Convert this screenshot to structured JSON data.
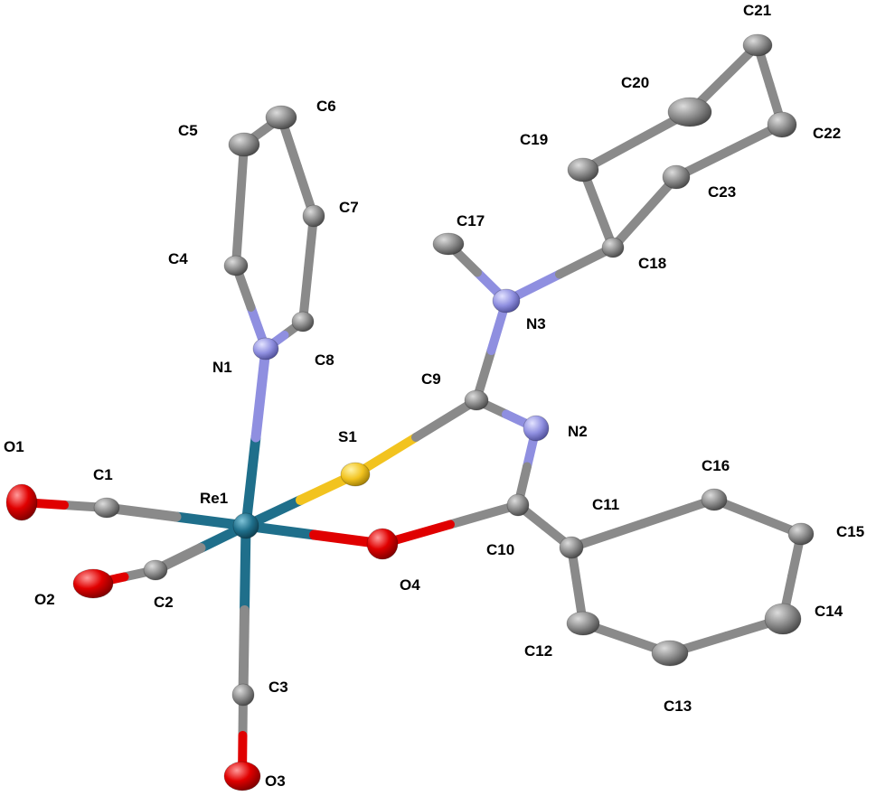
{
  "atoms": [
    {
      "id": "Re1",
      "label": "Re1",
      "element": "Re"
    },
    {
      "id": "S1",
      "label": "S1",
      "element": "S"
    },
    {
      "id": "O1",
      "label": "O1",
      "element": "O"
    },
    {
      "id": "O2",
      "label": "O2",
      "element": "O"
    },
    {
      "id": "O3",
      "label": "O3",
      "element": "O"
    },
    {
      "id": "O4",
      "label": "O4",
      "element": "O"
    },
    {
      "id": "N1",
      "label": "N1",
      "element": "N"
    },
    {
      "id": "N2",
      "label": "N2",
      "element": "N"
    },
    {
      "id": "N3",
      "label": "N3",
      "element": "N"
    },
    {
      "id": "C1",
      "label": "C1",
      "element": "C"
    },
    {
      "id": "C2",
      "label": "C2",
      "element": "C"
    },
    {
      "id": "C3",
      "label": "C3",
      "element": "C"
    },
    {
      "id": "C4",
      "label": "C4",
      "element": "C"
    },
    {
      "id": "C5",
      "label": "C5",
      "element": "C"
    },
    {
      "id": "C6",
      "label": "C6",
      "element": "C"
    },
    {
      "id": "C7",
      "label": "C7",
      "element": "C"
    },
    {
      "id": "C8",
      "label": "C8",
      "element": "C"
    },
    {
      "id": "C9",
      "label": "C9",
      "element": "C"
    },
    {
      "id": "C10",
      "label": "C10",
      "element": "C"
    },
    {
      "id": "C11",
      "label": "C11",
      "element": "C"
    },
    {
      "id": "C12",
      "label": "C12",
      "element": "C"
    },
    {
      "id": "C13",
      "label": "C13",
      "element": "C"
    },
    {
      "id": "C14",
      "label": "C14",
      "element": "C"
    },
    {
      "id": "C15",
      "label": "C15",
      "element": "C"
    },
    {
      "id": "C16",
      "label": "C16",
      "element": "C"
    },
    {
      "id": "C17",
      "label": "C17",
      "element": "C"
    },
    {
      "id": "C18",
      "label": "C18",
      "element": "C"
    },
    {
      "id": "C19",
      "label": "C19",
      "element": "C"
    },
    {
      "id": "C20",
      "label": "C20",
      "element": "C"
    },
    {
      "id": "C21",
      "label": "C21",
      "element": "C"
    },
    {
      "id": "C22",
      "label": "C22",
      "element": "C"
    },
    {
      "id": "C23",
      "label": "C23",
      "element": "C"
    }
  ],
  "bonds": [
    [
      "Re1",
      "N1"
    ],
    [
      "Re1",
      "S1"
    ],
    [
      "Re1",
      "O4"
    ],
    [
      "Re1",
      "C1"
    ],
    [
      "Re1",
      "C2"
    ],
    [
      "Re1",
      "C3"
    ],
    [
      "C1",
      "O1"
    ],
    [
      "C2",
      "O2"
    ],
    [
      "C3",
      "O3"
    ],
    [
      "N1",
      "C4"
    ],
    [
      "C4",
      "C5"
    ],
    [
      "C5",
      "C6"
    ],
    [
      "C6",
      "C7"
    ],
    [
      "C7",
      "C8"
    ],
    [
      "C8",
      "N1"
    ],
    [
      "S1",
      "C9"
    ],
    [
      "C9",
      "N2"
    ],
    [
      "C9",
      "N3"
    ],
    [
      "N2",
      "C10"
    ],
    [
      "C10",
      "O4"
    ],
    [
      "C10",
      "C11"
    ],
    [
      "N3",
      "C17"
    ],
    [
      "N3",
      "C18"
    ],
    [
      "C18",
      "C19"
    ],
    [
      "C19",
      "C20"
    ],
    [
      "C20",
      "C21"
    ],
    [
      "C21",
      "C22"
    ],
    [
      "C22",
      "C23"
    ],
    [
      "C23",
      "C18"
    ],
    [
      "C11",
      "C12"
    ],
    [
      "C12",
      "C13"
    ],
    [
      "C13",
      "C14"
    ],
    [
      "C14",
      "C15"
    ],
    [
      "C15",
      "C16"
    ],
    [
      "C16",
      "C11"
    ]
  ],
  "colors": {
    "Re": "#1f6f8b",
    "S": "#f2c31f",
    "O": "#e00000",
    "N": "#8f8fe0",
    "C": "#8a8a8a",
    "background": "#ffffff",
    "label": "#000000"
  }
}
